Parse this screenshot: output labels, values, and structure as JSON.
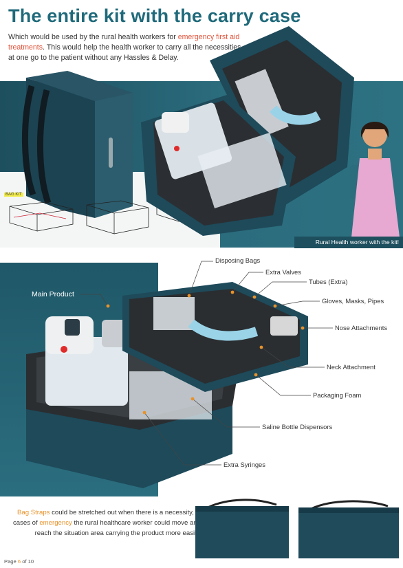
{
  "title": "The entire kit with the carry case",
  "intro": {
    "part1": "Which would be used by the rural health workers for ",
    "highlight": "emergency first aid treatments",
    "part2": ". This would help the health worker to carry all the necessities at one go to the patient without any Hassles & Delay."
  },
  "caption_top": "Rural Health worker with the kit!",
  "labels": {
    "main_product": "Main Product",
    "disposing_bags": "Disposing Bags",
    "extra_valves": "Extra Valves",
    "tubes_extra": "Tubes (Extra)",
    "gloves": "Gloves, Masks, Pipes",
    "nose": "Nose Attachments",
    "neck": "Neck Attachment",
    "foam": "Packaging Foam",
    "saline": "Saline Bottle Dispensors",
    "syringes": "Extra Syringes"
  },
  "bottom": {
    "hl1": "Bag Straps",
    "part1": " could be stretched out when there is a necessity, in cases of ",
    "hl2": "emergency",
    "part2": " the rural healthcare worker could move and reach the situation area carrying the product more easily."
  },
  "footer": {
    "prefix": "Page ",
    "num": "6",
    "suffix": " of 10"
  },
  "sketch_note": "BAG KIT",
  "colors": {
    "teal_dark": "#1d4f5e",
    "teal": "#2b6c7d",
    "title": "#1f6a7b",
    "case": "#1e4a5a",
    "accent_orange": "#e8932a",
    "accent_red": "#e0543c"
  }
}
